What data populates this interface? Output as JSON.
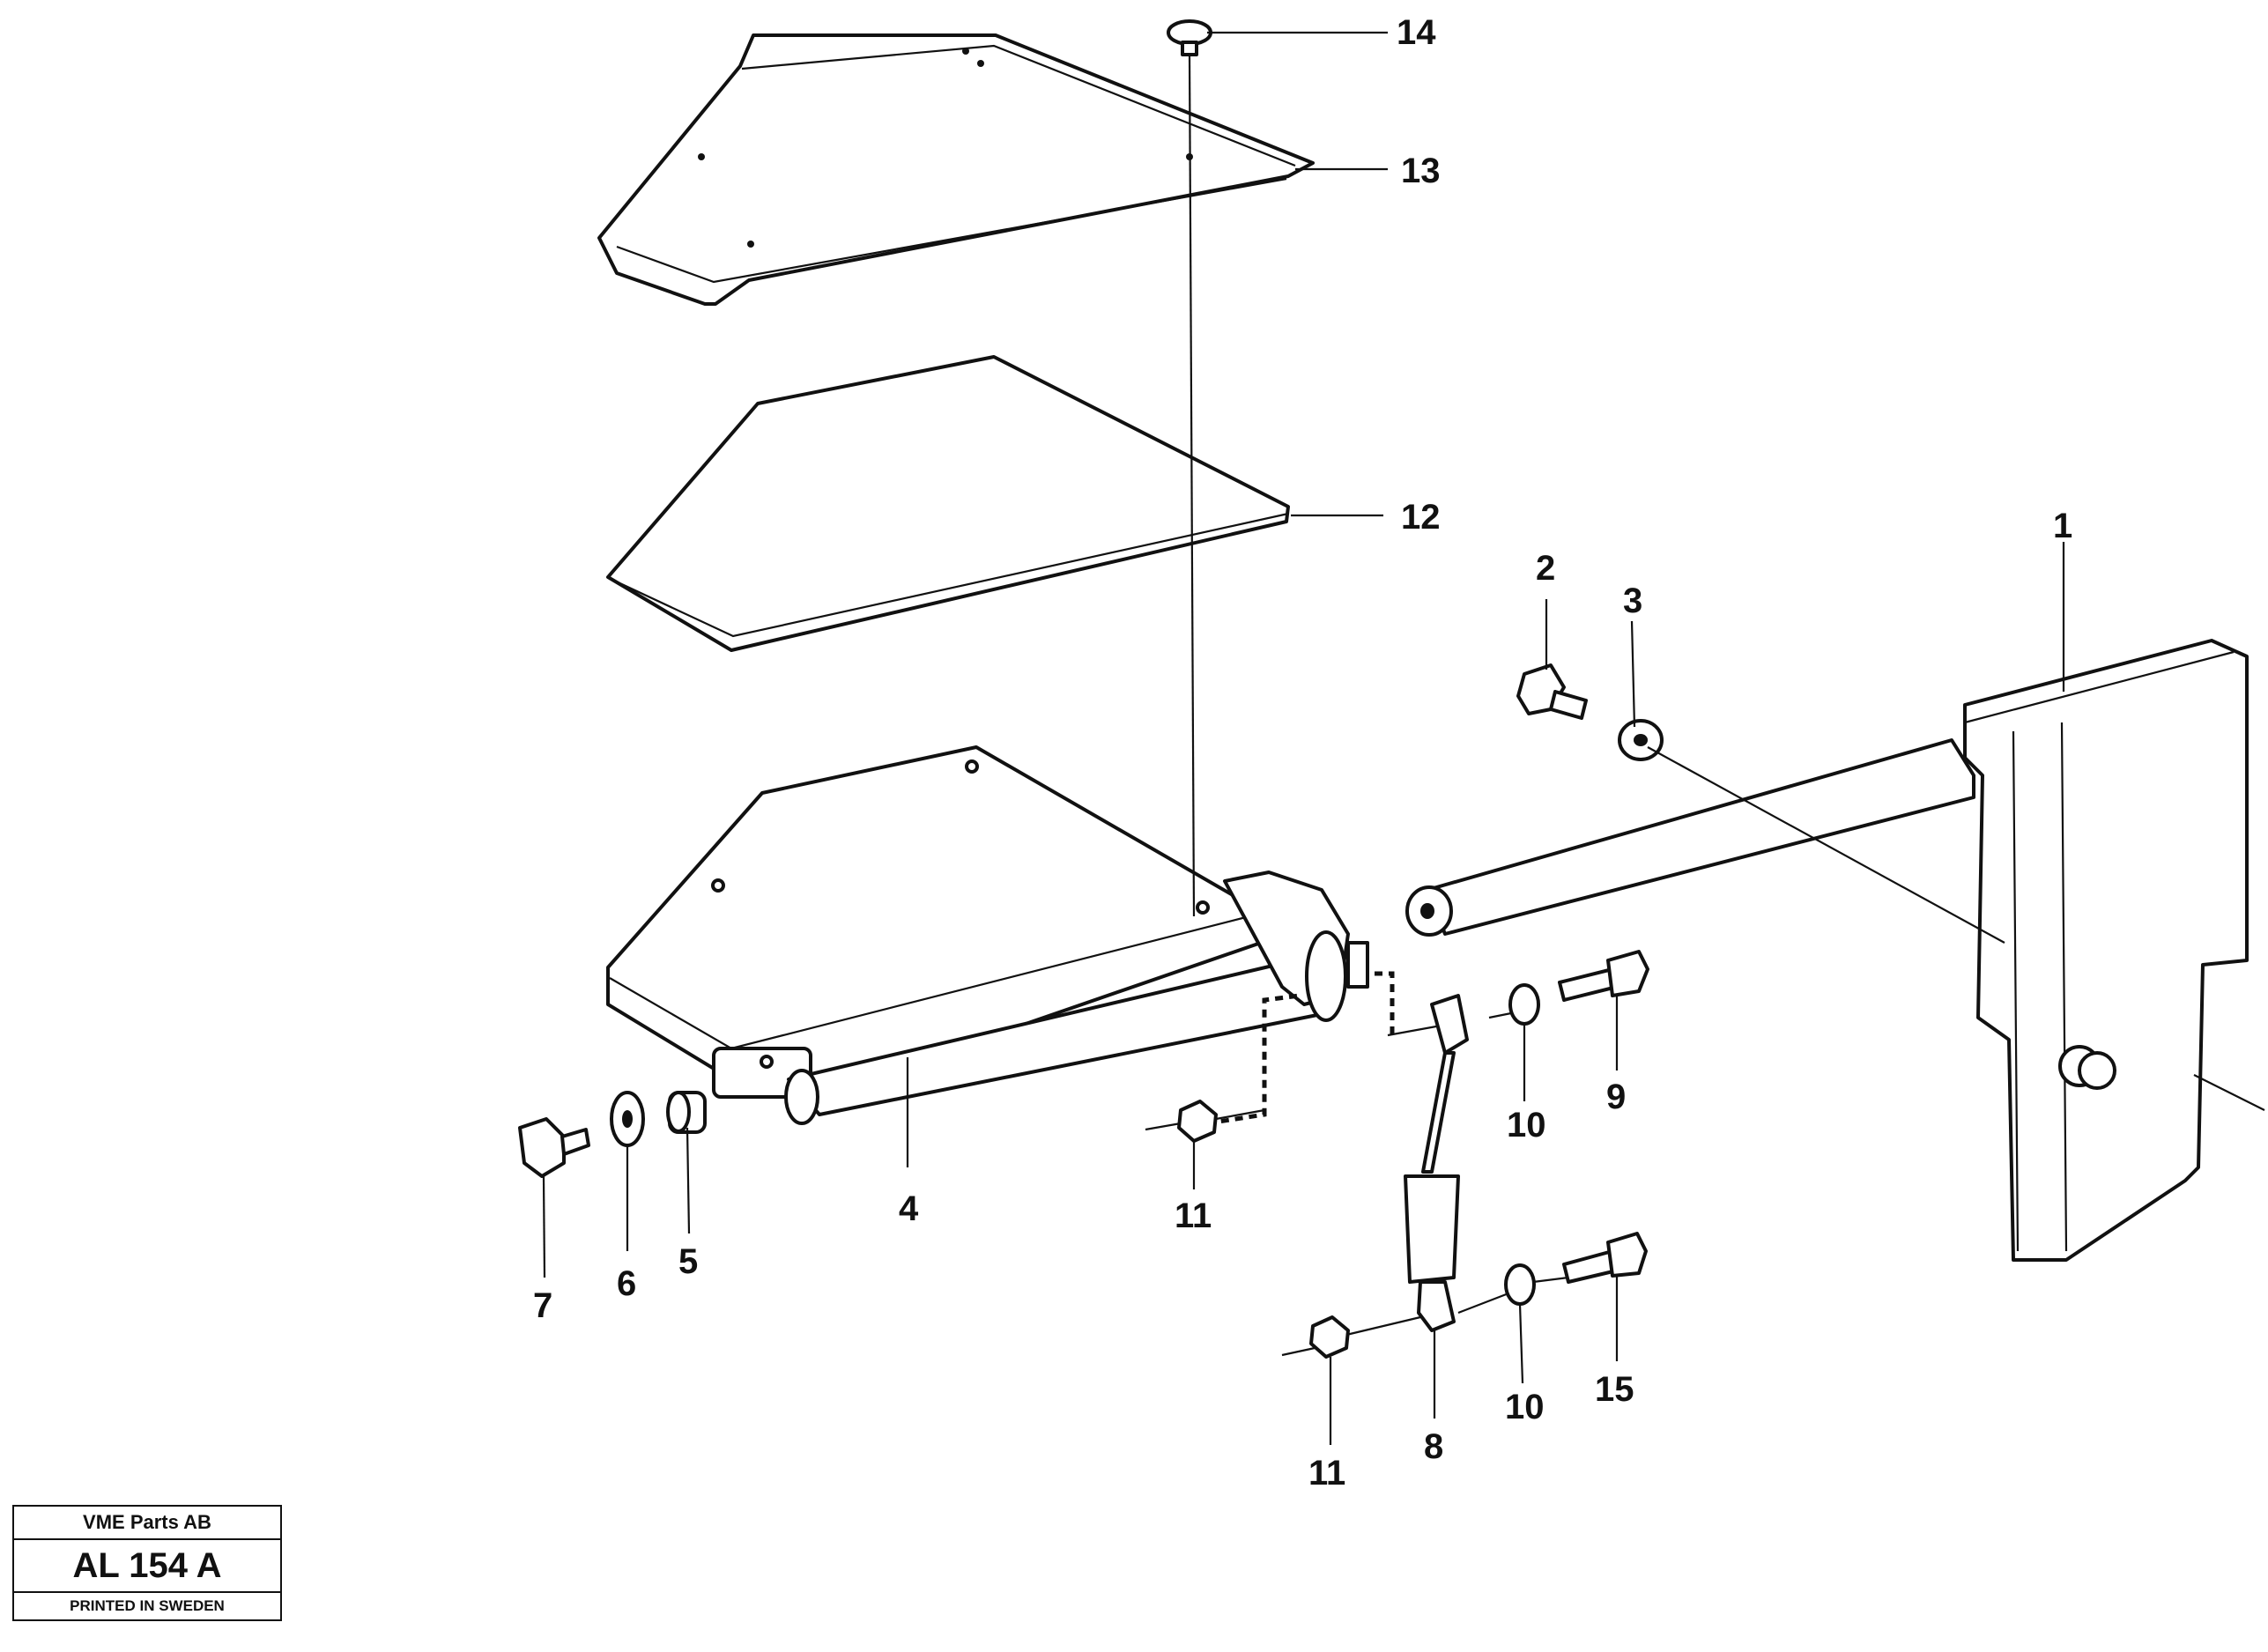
{
  "callouts": {
    "c1": "1",
    "c2": "2",
    "c3": "3",
    "c4": "4",
    "c5": "5",
    "c6": "6",
    "c7": "7",
    "c8": "8",
    "c9": "9",
    "c10a": "10",
    "c10b": "10",
    "c11a": "11",
    "c11b": "11",
    "c12": "12",
    "c13": "13",
    "c14": "14",
    "c15": "15"
  },
  "stamp": {
    "company": "VME Parts AB",
    "code": "AL 154 A",
    "printed": "PRINTED IN SWEDEN"
  }
}
